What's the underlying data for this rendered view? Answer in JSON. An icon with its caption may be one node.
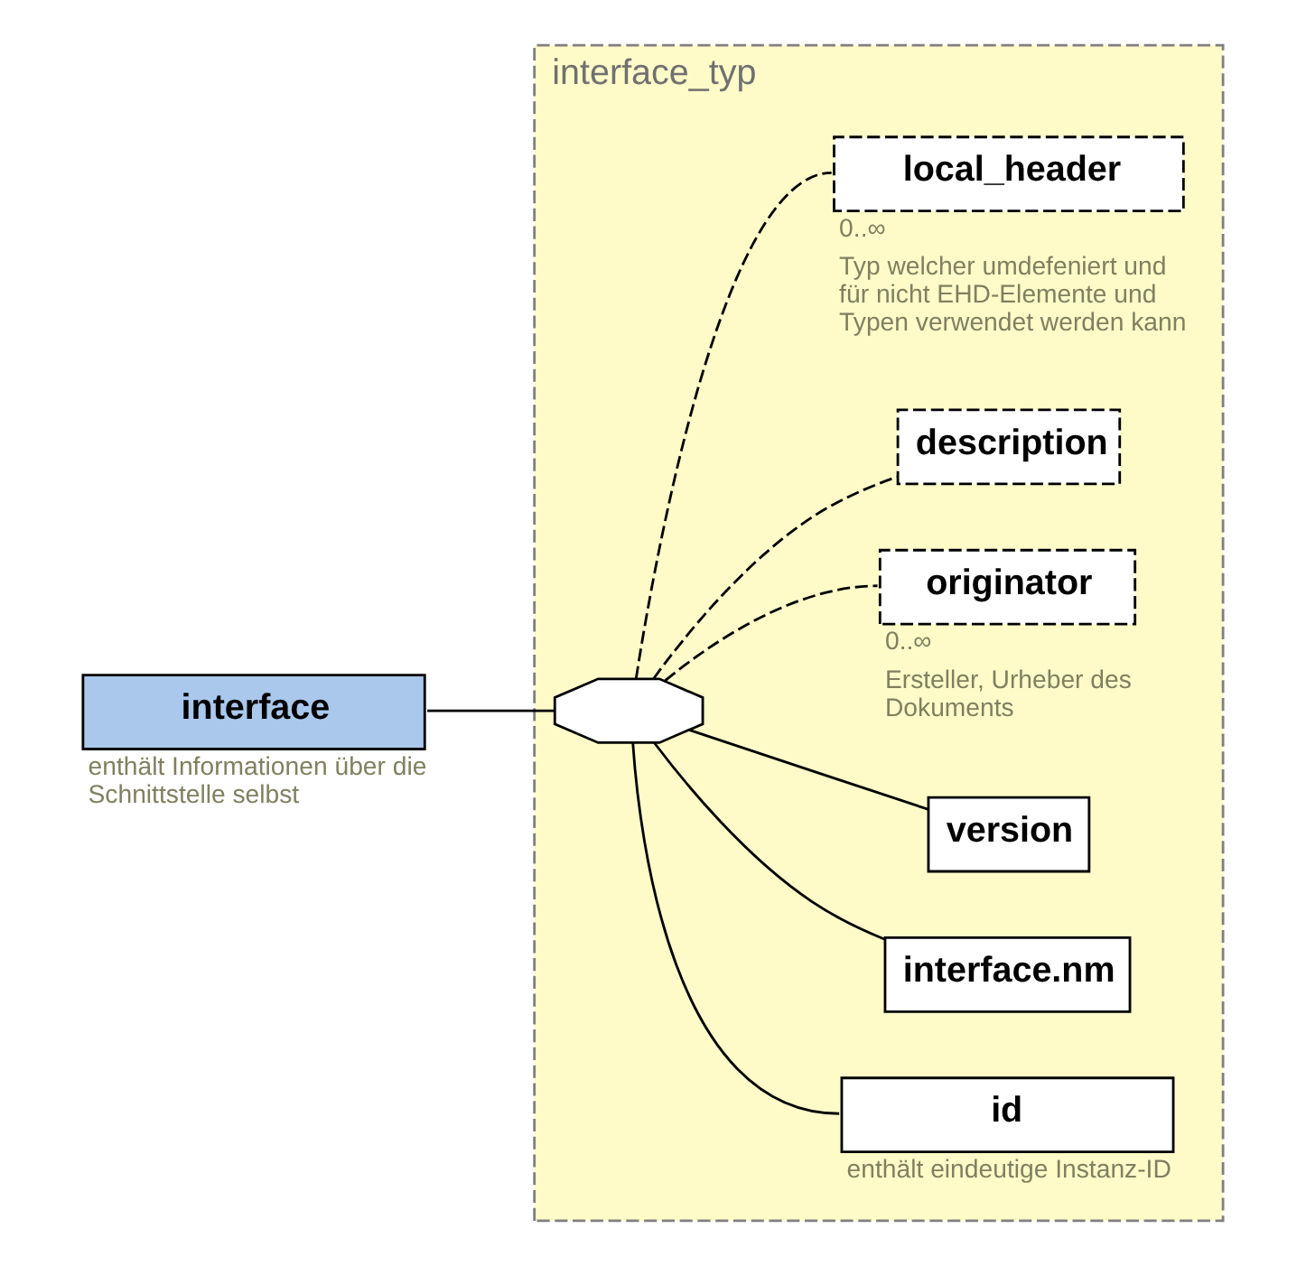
{
  "diagram": {
    "nodes": [
      {
        "text": [
          "interface"
        ],
        "beside": [
          "enthält Informationen über die Schnittstelle selbst"
        ]
      },
      {
        "text": [
          "interface_typ"
        ]
      },
      {
        "text": [],
        "shape": "octagon",
        "in": 1
      },
      {
        "text": [
          "id"
        ],
        "in": 1,
        "beside": [
          "enthält eindeutige Instanz-ID"
        ]
      },
      {
        "text": [
          "interface.nm"
        ],
        "in": 1
      },
      {
        "text": [
          "version"
        ],
        "in": 1
      },
      {
        "text": [
          "originator"
        ],
        "in": 1,
        "beside": [
          "0..∞",
          "Ersteller, Urheber des Dokuments"
        ]
      },
      {
        "text": [
          "description"
        ],
        "in": 1
      },
      {
        "text": [
          "local_header"
        ],
        "in": 1,
        "beside": [
          "0..∞",
          "Typ welcher umdefeniert und für nicht EHD-Elemente und Typen verwendet werden kann"
        ]
      }
    ],
    "edges": [
      {
        "from": 0,
        "to": 2,
        "arrow": "none"
      },
      {
        "from": 2,
        "to": 3,
        "arrow": "none"
      },
      {
        "from": 2,
        "to": 4,
        "arrow": "none"
      },
      {
        "from": 2,
        "to": 5,
        "arrow": "none"
      },
      {
        "from": 2,
        "to": 6,
        "arrow": "none",
        "style": "dashed"
      },
      {
        "from": 2,
        "to": 7,
        "arrow": "none",
        "style": "dashed"
      },
      {
        "from": 2,
        "to": 8,
        "arrow": "none",
        "style": "dashed"
      }
    ]
  }
}
